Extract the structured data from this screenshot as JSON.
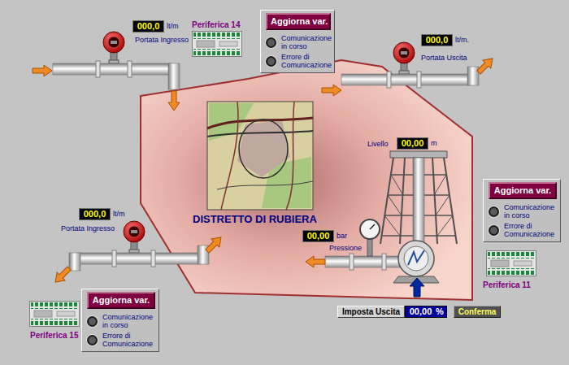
{
  "diagram": {
    "nodes": [
      {
        "text": [
          "DISTRETTO DI RUBIERA"
        ]
      },
      {
        "text": [
          "000,0"
        ]
      },
      {
        "text": [
          "Aggiorna var.",
          "Comunicazione in corso",
          "Errore di Comunicazione"
        ]
      },
      {
        "text": [
          "000,0"
        ]
      },
      {
        "text": [
          "00,00"
        ],
        "in": 0
      },
      {
        "text": [
          "Aggiorna var.",
          "Comunicazione in corso",
          "Errore di Comunicazione"
        ]
      },
      {
        "text": [
          "000,0"
        ]
      },
      {
        "text": [
          "00,00"
        ],
        "in": 0
      },
      {
        "text": [
          "Aggiorna var.",
          "Comunicazione in corso",
          "Errore di Comunicazione"
        ]
      },
      {
        "text": [
          "Imposta Uscita"
        ]
      },
      {
        "text": [
          "00,00"
        ]
      },
      {
        "text": [
          "Conferma"
        ]
      }
    ],
    "labels": [
      "lt/m",
      "Portata Ingresso",
      "Periferica 14",
      "lt/m.",
      "Portata Uscita",
      "Livello",
      "m",
      "Periferica 11",
      "lt/m",
      "Portata Ingresso",
      "bar",
      "Pressione",
      "Periferica 15",
      "%"
    ]
  }
}
